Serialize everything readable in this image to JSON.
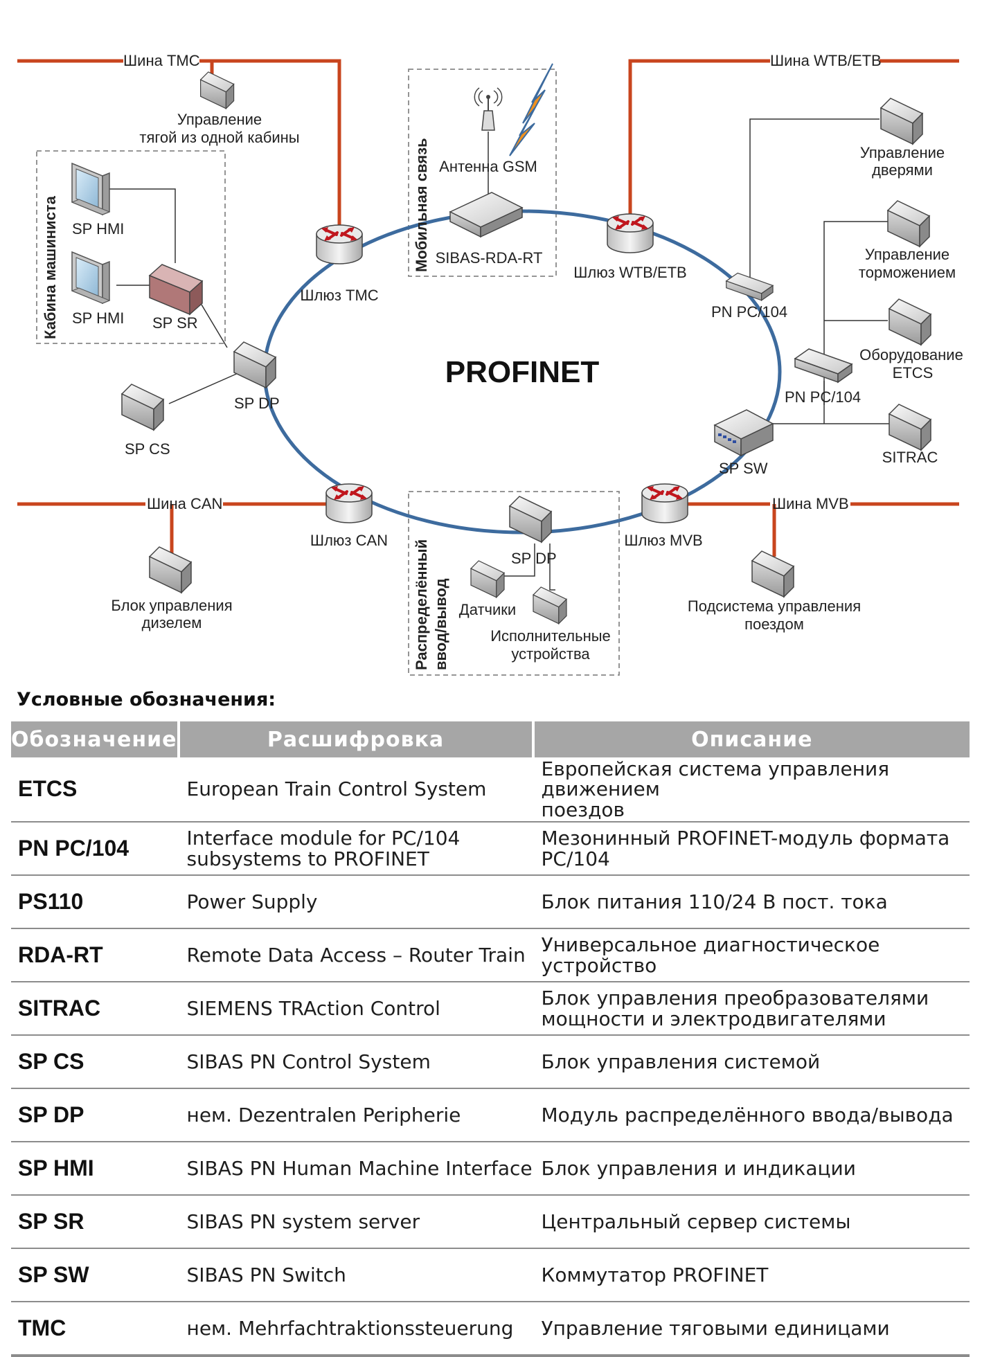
{
  "diagram": {
    "title": "PROFINET",
    "labels": {
      "bus_tmc": "Шина ТМС",
      "bus_wtb": "Шина WTB/ETB",
      "bus_can": "Шина CAN",
      "bus_mvb": "Шина MVB",
      "traction_1": "Управление",
      "traction_2": "тягой из одной кабины",
      "cabin": "Кабина машиниста",
      "mobile": "Мобильная связь",
      "io_1": "Распределённый",
      "io_2": "ввод/вывод",
      "antenna": "Антенна GSM",
      "rda": "SIBAS-RDA-RT",
      "gw_tmc": "Шлюз ТМС",
      "gw_wtb": "Шлюз WTB/ETB",
      "gw_can": "Шлюз CAN",
      "gw_mvb": "Шлюз MVB",
      "hmi_1": "SP HMI",
      "hmi_2": "SP HMI",
      "sp_sr": "SP SR",
      "sp_dp": "SP DP",
      "sp_dp2": "SP DP",
      "sp_cs": "SP CS",
      "sp_sw": "SP SW",
      "pn1": "PN PC/104",
      "pn2": "PN PC/104",
      "doors_1": "Управление",
      "doors_2": "дверями",
      "brake_1": "Управление",
      "brake_2": "торможением",
      "etcs_1": "Оборудование",
      "etcs_2": "ETCS",
      "sitrac": "SITRAC",
      "diesel_1": "Блок управления",
      "diesel_2": "дизелем",
      "sensors": "Датчики",
      "actuators_1": "Исполнительные",
      "actuators_2": "устройства",
      "train_1": "Подсистема управления",
      "train_2": "поездом"
    }
  },
  "legend": {
    "title": "Условные обозначения:",
    "headers": [
      "Обозначение",
      "Расшифровка",
      "Описание"
    ],
    "rows": [
      {
        "abbr": "ETCS",
        "expansion": "European Train Control System",
        "description": [
          "Европейская система управления движением",
          "поездов"
        ]
      },
      {
        "abbr": "PN PC/104",
        "expansion": [
          "Interface module for PC/104",
          "subsystems to PROFINET"
        ],
        "description": [
          "Мезонинный PROFINET-модуль формата",
          "PC/104"
        ]
      },
      {
        "abbr": "PS110",
        "expansion": "Power Supply",
        "description": "Блок питания 110/24 В пост. тока"
      },
      {
        "abbr": "RDA-RT",
        "expansion": "Remote Data Access – Router Train",
        "description": "Универсальное диагностическое устройство"
      },
      {
        "abbr": "SITRAC",
        "expansion": "SIEMENS TRAction Control",
        "description": [
          "Блок управления преобразователями",
          "мощности и электродвигателями"
        ]
      },
      {
        "abbr": "SP CS",
        "expansion": "SIBAS PN Control System",
        "description": "Блок управления системой"
      },
      {
        "abbr": "SP DP",
        "expansion": "нем. Dezentralen Peripherie",
        "description": "Модуль распределённого ввода/вывода"
      },
      {
        "abbr": "SP HMI",
        "expansion": "SIBAS PN Human Machine Interface",
        "description": "Блок управления и индикации"
      },
      {
        "abbr": "SP SR",
        "expansion": "SIBAS PN system server",
        "description": "Центральный сервер системы"
      },
      {
        "abbr": "SP SW",
        "expansion": "SIBAS PN Switch",
        "description": "Коммутатор PROFINET"
      },
      {
        "abbr": "TMC",
        "expansion": "нем. Mehrfachtraktionssteuerung",
        "description": "Управление тяговыми единицами"
      }
    ]
  },
  "colors": {
    "ring": "#3d6b9e",
    "bus": "#c8451e",
    "router_arrows": "#c0161d",
    "server": "#b07878",
    "header_bg": "#a6a6a6"
  }
}
